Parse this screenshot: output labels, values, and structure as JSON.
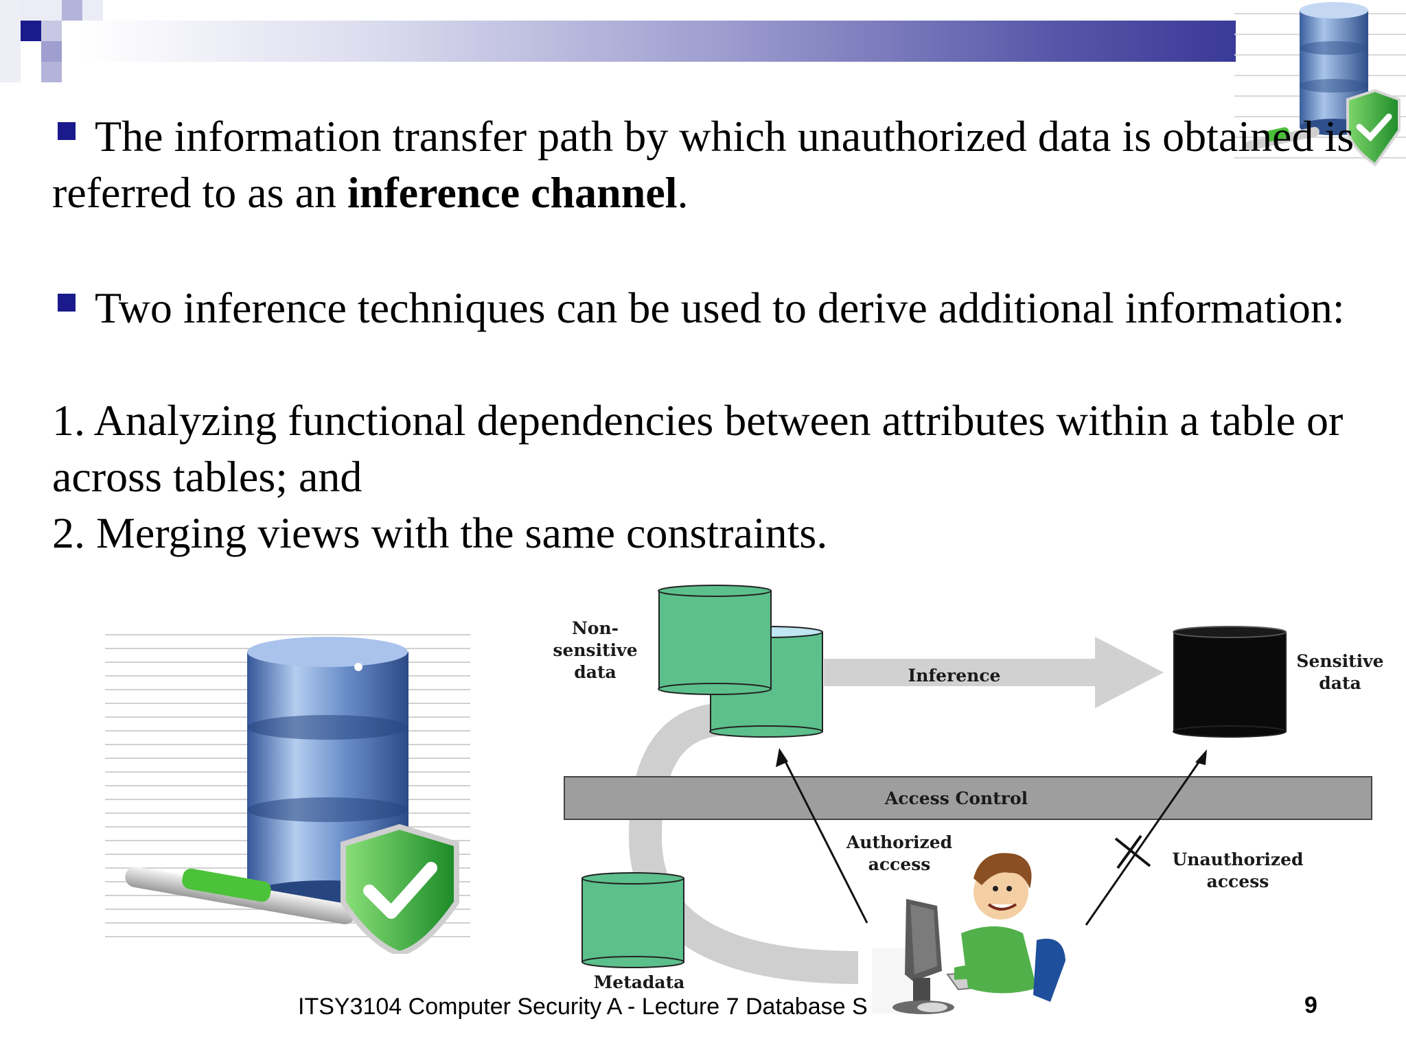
{
  "slide": {
    "bullet1": {
      "text_before": "The information transfer path by which unauthorized data is obtained is referred to as an ",
      "bold": "inference channel",
      "text_after": "."
    },
    "bullet2": {
      "intro": "Two inference techniques can be used to derive additional information:",
      "item1": "1. Analyzing functional dependencies between attributes within a table or across tables; and",
      "item2": "2. Merging views with the same constraints."
    }
  },
  "diagram": {
    "nonsensitive_line1": "Non-",
    "nonsensitive_line2": "sensitive",
    "nonsensitive_line3": "data",
    "inference": "Inference",
    "sensitive_line1": "Sensitive",
    "sensitive_line2": "data",
    "access_control": "Access Control",
    "authorized_line1": "Authorized",
    "authorized_line2": "access",
    "unauthorized_line1": "Unauthorized",
    "unauthorized_line2": "access",
    "metadata": "Metadata"
  },
  "footer": {
    "course": "ITSY3104 Computer Security A - Lecture 7 Database S",
    "page_number": "9"
  },
  "icons": [
    "database-security-icon",
    "database-shield-icon",
    "user-computer-icon"
  ],
  "colors": {
    "bullet": "#1a1a8c",
    "header_end": "#3a3a98",
    "cylinder_green": "#5cc08c",
    "sensitive_black": "#0a0a0a",
    "access_control_gray": "#9e9e9e"
  }
}
